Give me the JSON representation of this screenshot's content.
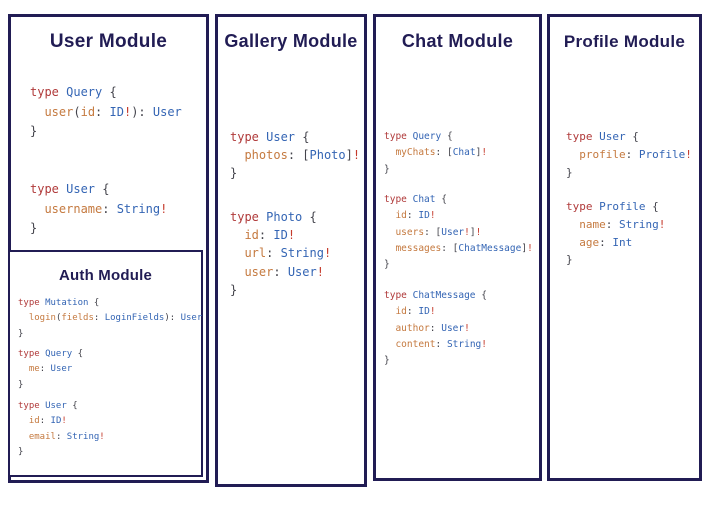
{
  "colors": {
    "navy": "#211c54",
    "keyword_red": "#b03a3a",
    "type_blue": "#3465b4",
    "field_orange": "#c57a40",
    "bang_red": "#c53b2c",
    "punct_gray": "#44444c",
    "background": "#ffffff"
  },
  "modules": {
    "user": {
      "title": "User Module",
      "blocks": [
        [
          [
            [
              "type ",
              "k"
            ],
            [
              "Query ",
              "t"
            ],
            [
              "{",
              "p"
            ]
          ],
          [
            [
              "  ",
              "p"
            ],
            [
              "user",
              "f"
            ],
            [
              "(",
              "p"
            ],
            [
              "id",
              "f"
            ],
            [
              ": ",
              "p"
            ],
            [
              "ID",
              "t"
            ],
            [
              "!",
              "b"
            ],
            [
              "): ",
              "p"
            ],
            [
              "User",
              "t"
            ]
          ],
          [
            [
              "}",
              "p"
            ]
          ]
        ],
        [
          [
            [
              "type ",
              "k"
            ],
            [
              "User ",
              "t"
            ],
            [
              "{",
              "p"
            ]
          ],
          [
            [
              "  ",
              "p"
            ],
            [
              "username",
              "f"
            ],
            [
              ": ",
              "p"
            ],
            [
              "String",
              "t"
            ],
            [
              "!",
              "b"
            ]
          ],
          [
            [
              "}",
              "p"
            ]
          ]
        ]
      ]
    },
    "auth": {
      "title": "Auth Module",
      "blocks": [
        [
          [
            [
              "type ",
              "k"
            ],
            [
              "Mutation ",
              "t"
            ],
            [
              "{",
              "p"
            ]
          ],
          [
            [
              "  ",
              "p"
            ],
            [
              "login",
              "f"
            ],
            [
              "(",
              "p"
            ],
            [
              "fields",
              "f"
            ],
            [
              ": ",
              "p"
            ],
            [
              "LoginFields",
              "t"
            ],
            [
              "): ",
              "p"
            ],
            [
              "User",
              "t"
            ]
          ],
          [
            [
              "}",
              "p"
            ]
          ]
        ],
        [
          [
            [
              "type ",
              "k"
            ],
            [
              "Query ",
              "t"
            ],
            [
              "{",
              "p"
            ]
          ],
          [
            [
              "  ",
              "p"
            ],
            [
              "me",
              "f"
            ],
            [
              ": ",
              "p"
            ],
            [
              "User",
              "t"
            ]
          ],
          [
            [
              "}",
              "p"
            ]
          ]
        ],
        [
          [
            [
              "type ",
              "k"
            ],
            [
              "User ",
              "t"
            ],
            [
              "{",
              "p"
            ]
          ],
          [
            [
              "  ",
              "p"
            ],
            [
              "id",
              "f"
            ],
            [
              ": ",
              "p"
            ],
            [
              "ID",
              "t"
            ],
            [
              "!",
              "b"
            ]
          ],
          [
            [
              "  ",
              "p"
            ],
            [
              "email",
              "f"
            ],
            [
              ": ",
              "p"
            ],
            [
              "String",
              "t"
            ],
            [
              "!",
              "b"
            ]
          ],
          [
            [
              "}",
              "p"
            ]
          ]
        ]
      ]
    },
    "gallery": {
      "title": "Gallery Module",
      "blocks": [
        [
          [
            [
              "type ",
              "k"
            ],
            [
              "User ",
              "t"
            ],
            [
              "{",
              "p"
            ]
          ],
          [
            [
              "  ",
              "p"
            ],
            [
              "photos",
              "f"
            ],
            [
              ": ",
              "p"
            ],
            [
              "[",
              "p"
            ],
            [
              "Photo",
              "t"
            ],
            [
              "]",
              "p"
            ],
            [
              "!",
              "b"
            ]
          ],
          [
            [
              "}",
              "p"
            ]
          ]
        ],
        [
          [
            [
              "type ",
              "k"
            ],
            [
              "Photo ",
              "t"
            ],
            [
              "{",
              "p"
            ]
          ],
          [
            [
              "  ",
              "p"
            ],
            [
              "id",
              "f"
            ],
            [
              ": ",
              "p"
            ],
            [
              "ID",
              "t"
            ],
            [
              "!",
              "b"
            ]
          ],
          [
            [
              "  ",
              "p"
            ],
            [
              "url",
              "f"
            ],
            [
              ": ",
              "p"
            ],
            [
              "String",
              "t"
            ],
            [
              "!",
              "b"
            ]
          ],
          [
            [
              "  ",
              "p"
            ],
            [
              "user",
              "f"
            ],
            [
              ": ",
              "p"
            ],
            [
              "User",
              "t"
            ],
            [
              "!",
              "b"
            ]
          ],
          [
            [
              "}",
              "p"
            ]
          ]
        ]
      ]
    },
    "chat": {
      "title": "Chat Module",
      "blocks": [
        [
          [
            [
              "type ",
              "k"
            ],
            [
              "Query ",
              "t"
            ],
            [
              "{",
              "p"
            ]
          ],
          [
            [
              "  ",
              "p"
            ],
            [
              "myChats",
              "f"
            ],
            [
              ": ",
              "p"
            ],
            [
              "[",
              "p"
            ],
            [
              "Chat",
              "t"
            ],
            [
              "]",
              "p"
            ],
            [
              "!",
              "b"
            ]
          ],
          [
            [
              "}",
              "p"
            ]
          ]
        ],
        [
          [
            [
              "type ",
              "k"
            ],
            [
              "Chat ",
              "t"
            ],
            [
              "{",
              "p"
            ]
          ],
          [
            [
              "  ",
              "p"
            ],
            [
              "id",
              "f"
            ],
            [
              ": ",
              "p"
            ],
            [
              "ID",
              "t"
            ],
            [
              "!",
              "b"
            ]
          ],
          [
            [
              "  ",
              "p"
            ],
            [
              "users",
              "f"
            ],
            [
              ": ",
              "p"
            ],
            [
              "[",
              "p"
            ],
            [
              "User",
              "t"
            ],
            [
              "!",
              "b"
            ],
            [
              "]",
              "p"
            ],
            [
              "!",
              "b"
            ]
          ],
          [
            [
              "  ",
              "p"
            ],
            [
              "messages",
              "f"
            ],
            [
              ": ",
              "p"
            ],
            [
              "[",
              "p"
            ],
            [
              "ChatMessage",
              "t"
            ],
            [
              "]",
              "p"
            ],
            [
              "!",
              "b"
            ]
          ],
          [
            [
              "}",
              "p"
            ]
          ]
        ],
        [
          [
            [
              "type ",
              "k"
            ],
            [
              "ChatMessage ",
              "t"
            ],
            [
              "{",
              "p"
            ]
          ],
          [
            [
              "  ",
              "p"
            ],
            [
              "id",
              "f"
            ],
            [
              ": ",
              "p"
            ],
            [
              "ID",
              "t"
            ],
            [
              "!",
              "b"
            ]
          ],
          [
            [
              "  ",
              "p"
            ],
            [
              "author",
              "f"
            ],
            [
              ": ",
              "p"
            ],
            [
              "User",
              "t"
            ],
            [
              "!",
              "b"
            ]
          ],
          [
            [
              "  ",
              "p"
            ],
            [
              "content",
              "f"
            ],
            [
              ": ",
              "p"
            ],
            [
              "String",
              "t"
            ],
            [
              "!",
              "b"
            ]
          ],
          [
            [
              "}",
              "p"
            ]
          ]
        ]
      ]
    },
    "profile": {
      "title": "Profile Module",
      "blocks": [
        [
          [
            [
              "type ",
              "k"
            ],
            [
              "User ",
              "t"
            ],
            [
              "{",
              "p"
            ]
          ],
          [
            [
              "  ",
              "p"
            ],
            [
              "profile",
              "f"
            ],
            [
              ": ",
              "p"
            ],
            [
              "Profile",
              "t"
            ],
            [
              "!",
              "b"
            ]
          ],
          [
            [
              "}",
              "p"
            ]
          ]
        ],
        [
          [
            [
              "type ",
              "k"
            ],
            [
              "Profile ",
              "t"
            ],
            [
              "{",
              "p"
            ]
          ],
          [
            [
              "  ",
              "p"
            ],
            [
              "name",
              "f"
            ],
            [
              ": ",
              "p"
            ],
            [
              "String",
              "t"
            ],
            [
              "!",
              "b"
            ]
          ],
          [
            [
              "  ",
              "p"
            ],
            [
              "age",
              "f"
            ],
            [
              ": ",
              "p"
            ],
            [
              "Int",
              "t"
            ]
          ],
          [
            [
              "}",
              "p"
            ]
          ]
        ]
      ]
    }
  }
}
